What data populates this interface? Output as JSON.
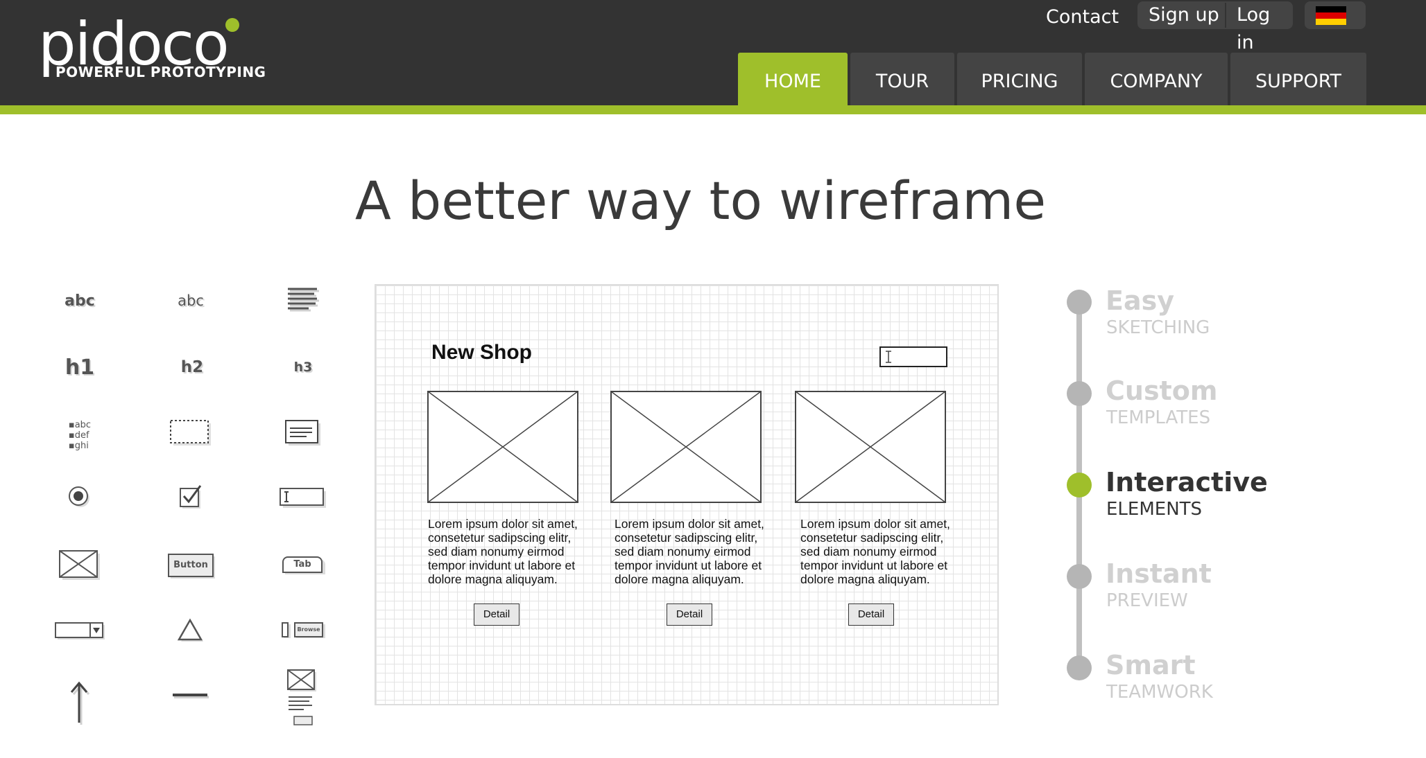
{
  "header": {
    "logo_text": "pidoco",
    "tagline": "POWERFUL PROTOTYPING",
    "contact": "Contact",
    "signup": "Sign up",
    "login": "Log in",
    "language_flag": "german-flag-icon",
    "nav": [
      "HOME",
      "TOUR",
      "PRICING",
      "COMPANY",
      "SUPPORT"
    ],
    "active_nav": "HOME"
  },
  "colors": {
    "accent": "#9fbf2b",
    "header_bg": "#333333",
    "nav_bg": "#444444",
    "inactive_feature": "#d0d0d0"
  },
  "hero": {
    "title": "A better way to wireframe"
  },
  "palette": {
    "icons": [
      "text-abc-icon",
      "text-abc-small-icon",
      "paragraph-icon",
      "heading-h1-icon",
      "heading-h2-icon",
      "heading-h3-icon",
      "list-icon",
      "rectangle-icon",
      "textarea-icon",
      "radio-button-icon",
      "checkbox-icon",
      "text-input-icon",
      "image-placeholder-icon",
      "button-icon",
      "tab-icon",
      "dropdown-icon",
      "triangle-icon",
      "file-browse-icon",
      "arrow-up-icon",
      "horizontal-line-icon",
      "composite-template-icon"
    ],
    "labels": {
      "abc1": "abc",
      "abc2": "abc",
      "h1": "h1",
      "h2": "h2",
      "h3": "h3",
      "list": [
        "abc",
        "def",
        "ghi"
      ],
      "button": "Button",
      "tab": "Tab",
      "browse": "Browse"
    }
  },
  "mockup": {
    "title": "New Shop",
    "items": [
      {
        "text": "Lorem ipsum dolor sit amet, consetetur sadipscing elitr, sed diam nonumy eirmod tempor invidunt ut labore et dolore magna aliquyam.",
        "button": "Detail"
      },
      {
        "text": "Lorem ipsum dolor sit amet, consetetur sadipscing elitr, sed diam nonumy eirmod tempor invidunt ut labore et dolore magna aliquyam.",
        "button": "Detail"
      },
      {
        "text": "Lorem ipsum dolor sit amet, consetetur sadipscing elitr, sed diam nonumy eirmod tempor invidunt ut labore et dolore magna aliquyam.",
        "button": "Detail"
      }
    ]
  },
  "features": [
    {
      "title": "Easy",
      "subtitle": "SKETCHING",
      "active": false
    },
    {
      "title": "Custom",
      "subtitle": "TEMPLATES",
      "active": false
    },
    {
      "title": "Interactive",
      "subtitle": "ELEMENTS",
      "active": true
    },
    {
      "title": "Instant",
      "subtitle": "PREVIEW",
      "active": false
    },
    {
      "title": "Smart",
      "subtitle": "TEAMWORK",
      "active": false
    }
  ]
}
